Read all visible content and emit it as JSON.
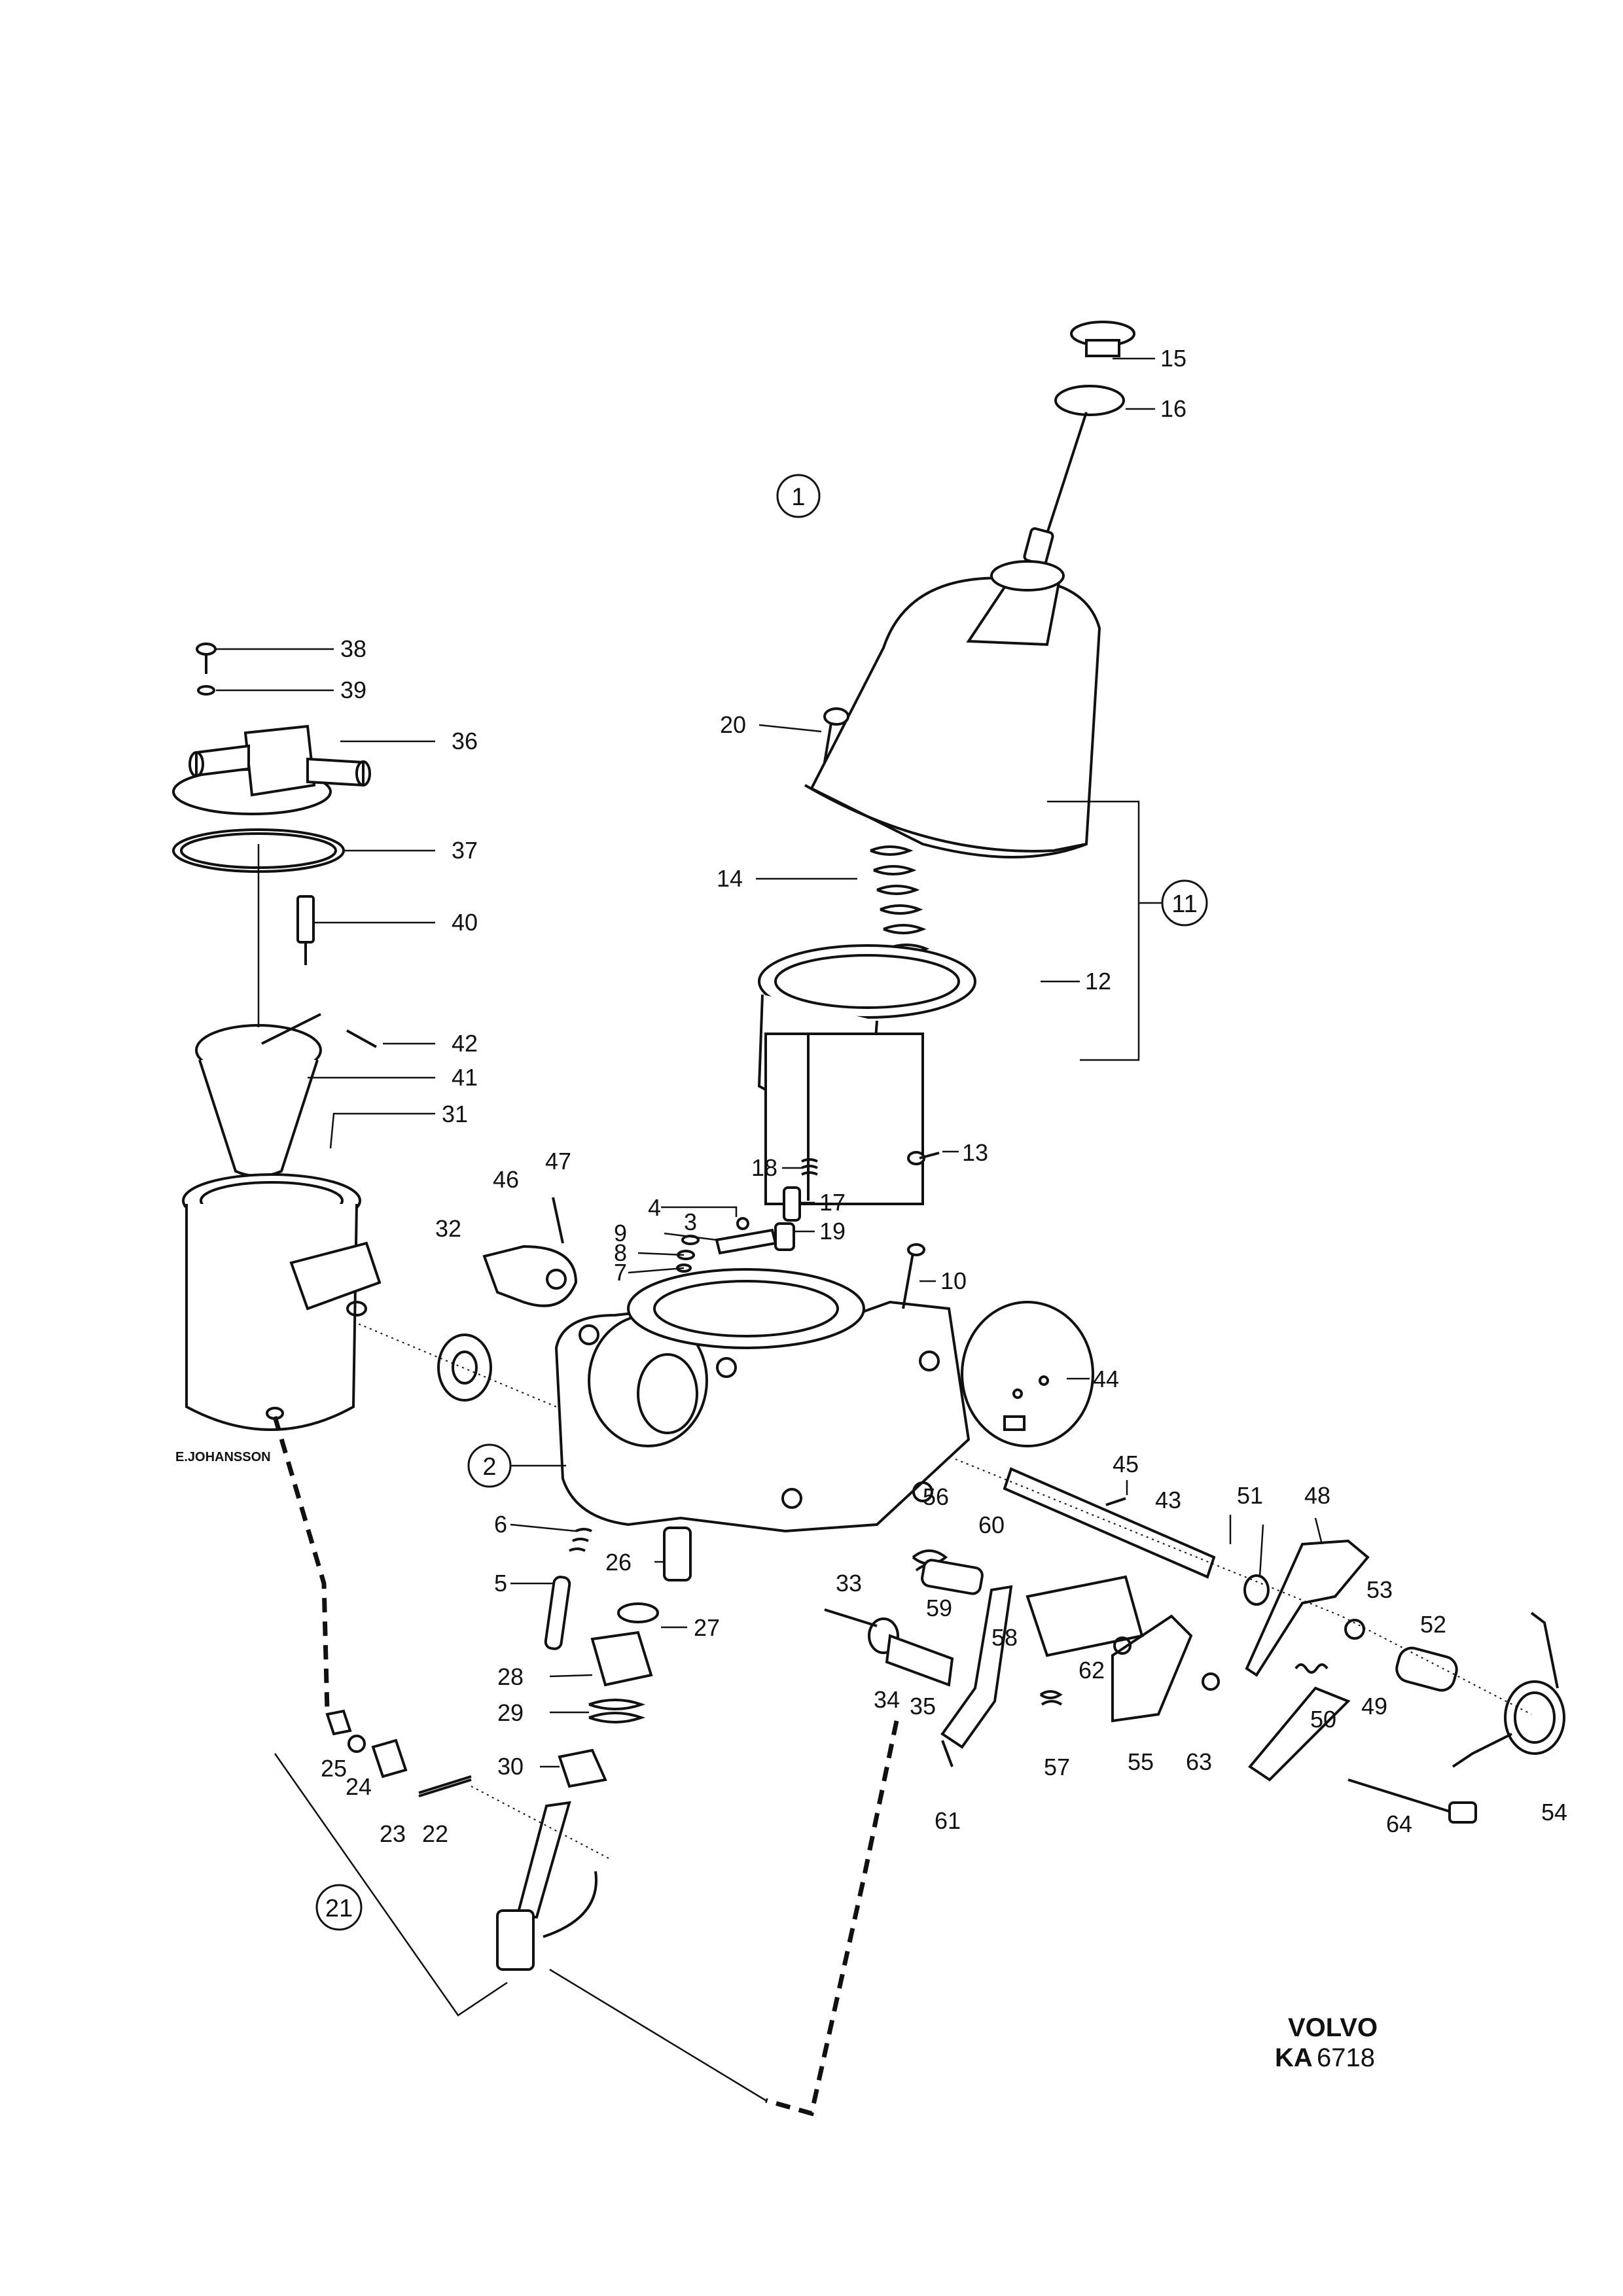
{
  "drawing": {
    "brand": "VOLVO",
    "code_prefix": "KA",
    "code_number": "6718",
    "signature": "E.JOHANSSON"
  },
  "circled_labels": [
    "1",
    "2",
    "11",
    "21"
  ],
  "part_labels": [
    "3",
    "4",
    "5",
    "6",
    "7",
    "8",
    "9",
    "10",
    "12",
    "13",
    "14",
    "15",
    "16",
    "17",
    "18",
    "19",
    "20",
    "22",
    "23",
    "24",
    "25",
    "26",
    "27",
    "28",
    "29",
    "30",
    "31",
    "32",
    "33",
    "34",
    "35",
    "36",
    "37",
    "38",
    "39",
    "40",
    "41",
    "42",
    "43",
    "44",
    "45",
    "46",
    "47",
    "48",
    "49",
    "50",
    "51",
    "52",
    "53",
    "54",
    "55",
    "56",
    "57",
    "58",
    "59",
    "60",
    "61",
    "62",
    "63",
    "64"
  ]
}
